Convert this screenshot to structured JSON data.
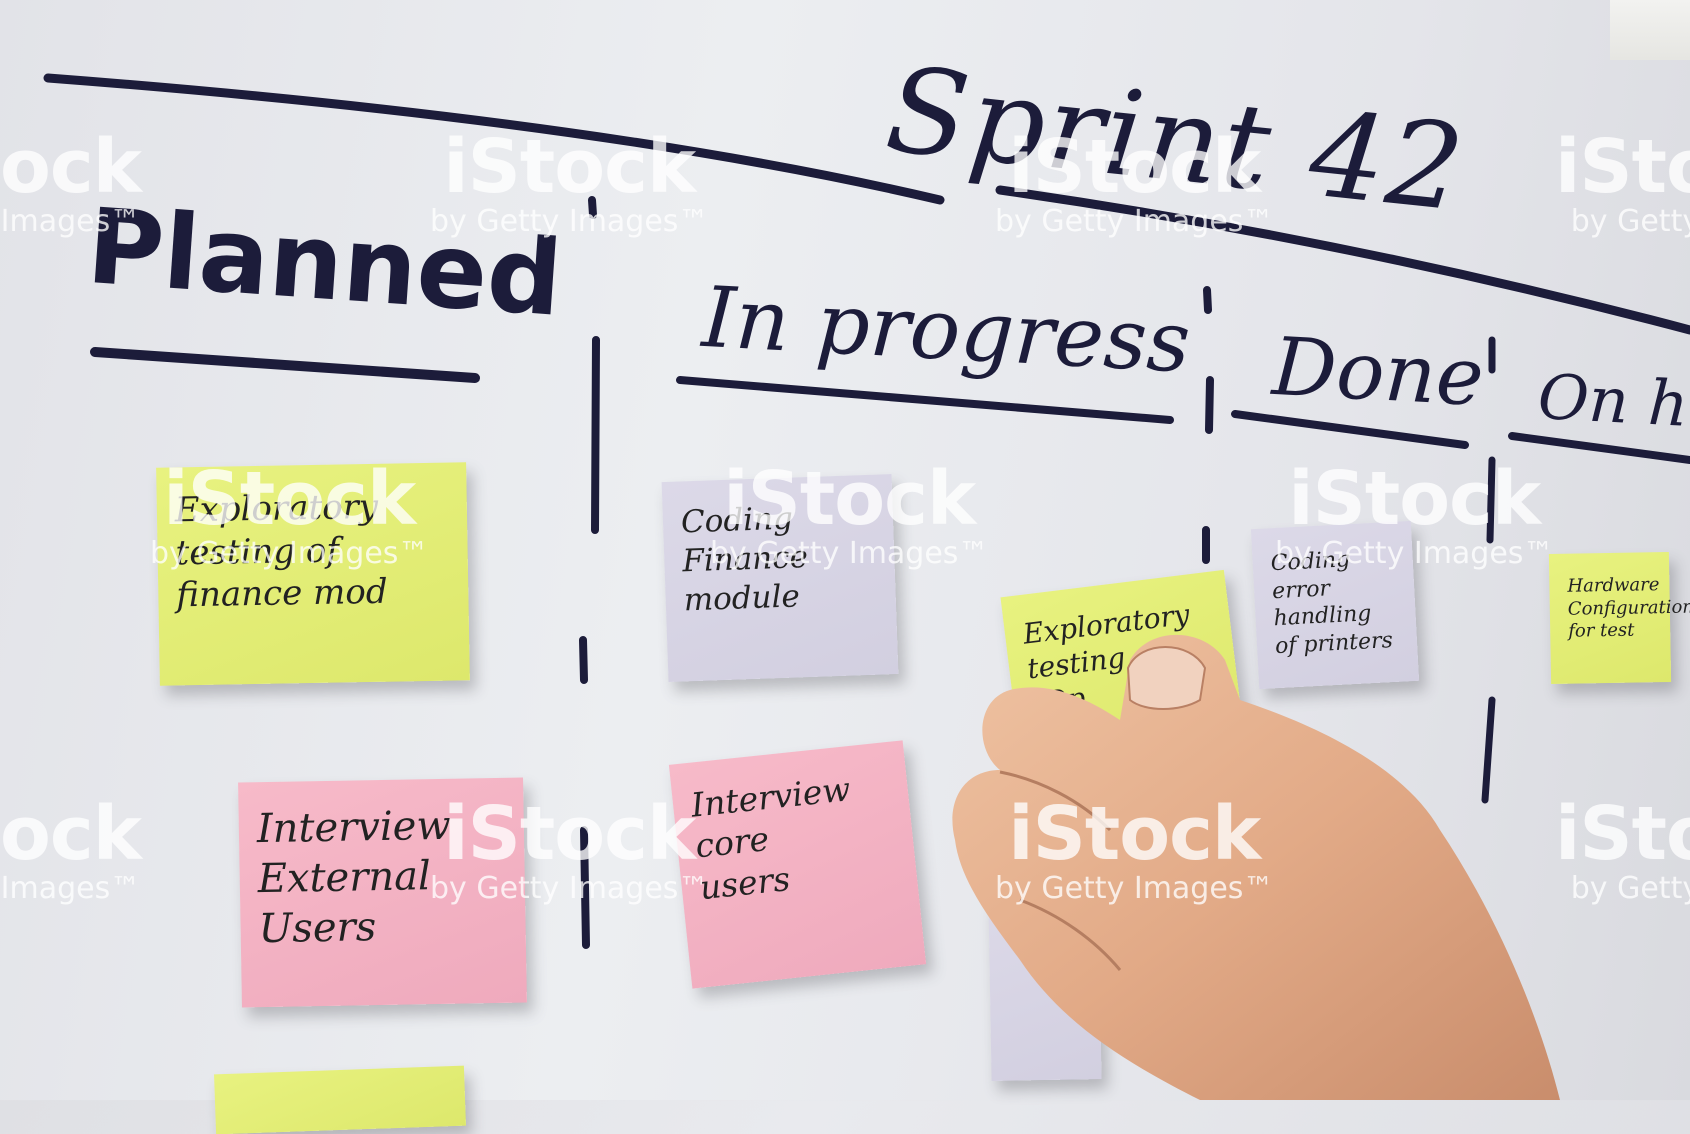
{
  "board": {
    "sprint_title": "Sprint 42",
    "columns": [
      "Planned",
      "In progress",
      "Done",
      "On hold"
    ]
  },
  "notes": [
    {
      "text": "Exploratory\ntesting of\nfinance mod",
      "color": "#e2ec74"
    },
    {
      "text": "Coding\nFinance\nmodule",
      "color": "#d8d5e5"
    },
    {
      "text": "Coding\nerror handling\nof printers",
      "color": "#d8d5e5"
    },
    {
      "text": "Hardware\nConfiguration\nfor test",
      "color": "#e2ec74"
    },
    {
      "text": "Exploratory\ntesting\n\"Op",
      "color": "#e2ec74"
    },
    {
      "text": "Interview\nExternal\nUsers",
      "color": "#f4b3c4"
    },
    {
      "text": "Interview\ncore\nusers",
      "color": "#f4b3c4"
    }
  ],
  "watermark": {
    "logo": "iStock",
    "sub": "by Getty Images™",
    "sub_cropped": "Images™",
    "logo_cropped": "ock",
    "logo_cropped_right": "iSto",
    "sub_cropped_right": "by Getty"
  },
  "colors": {
    "marker": "#1c1c3a",
    "board": "#e6e7eb",
    "skin": "#e4b08f"
  }
}
